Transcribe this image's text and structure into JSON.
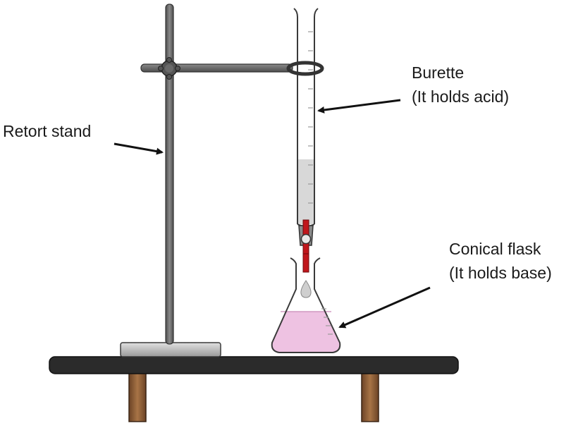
{
  "labels": {
    "retort_stand": "Retort stand",
    "burette_name": "Burette",
    "burette_note": "(It holds acid)",
    "flask_name": "Conical flask",
    "flask_note": "(It holds base)"
  },
  "colors": {
    "stand_metal": "#6d6d6d",
    "table_top": "#2b2b2b",
    "table_legs": "#8a5a34",
    "acid": "#d8d8d8",
    "base_solution": "#eec2e2",
    "stopcock": "#c0161c",
    "outline": "#3a3a3a"
  }
}
